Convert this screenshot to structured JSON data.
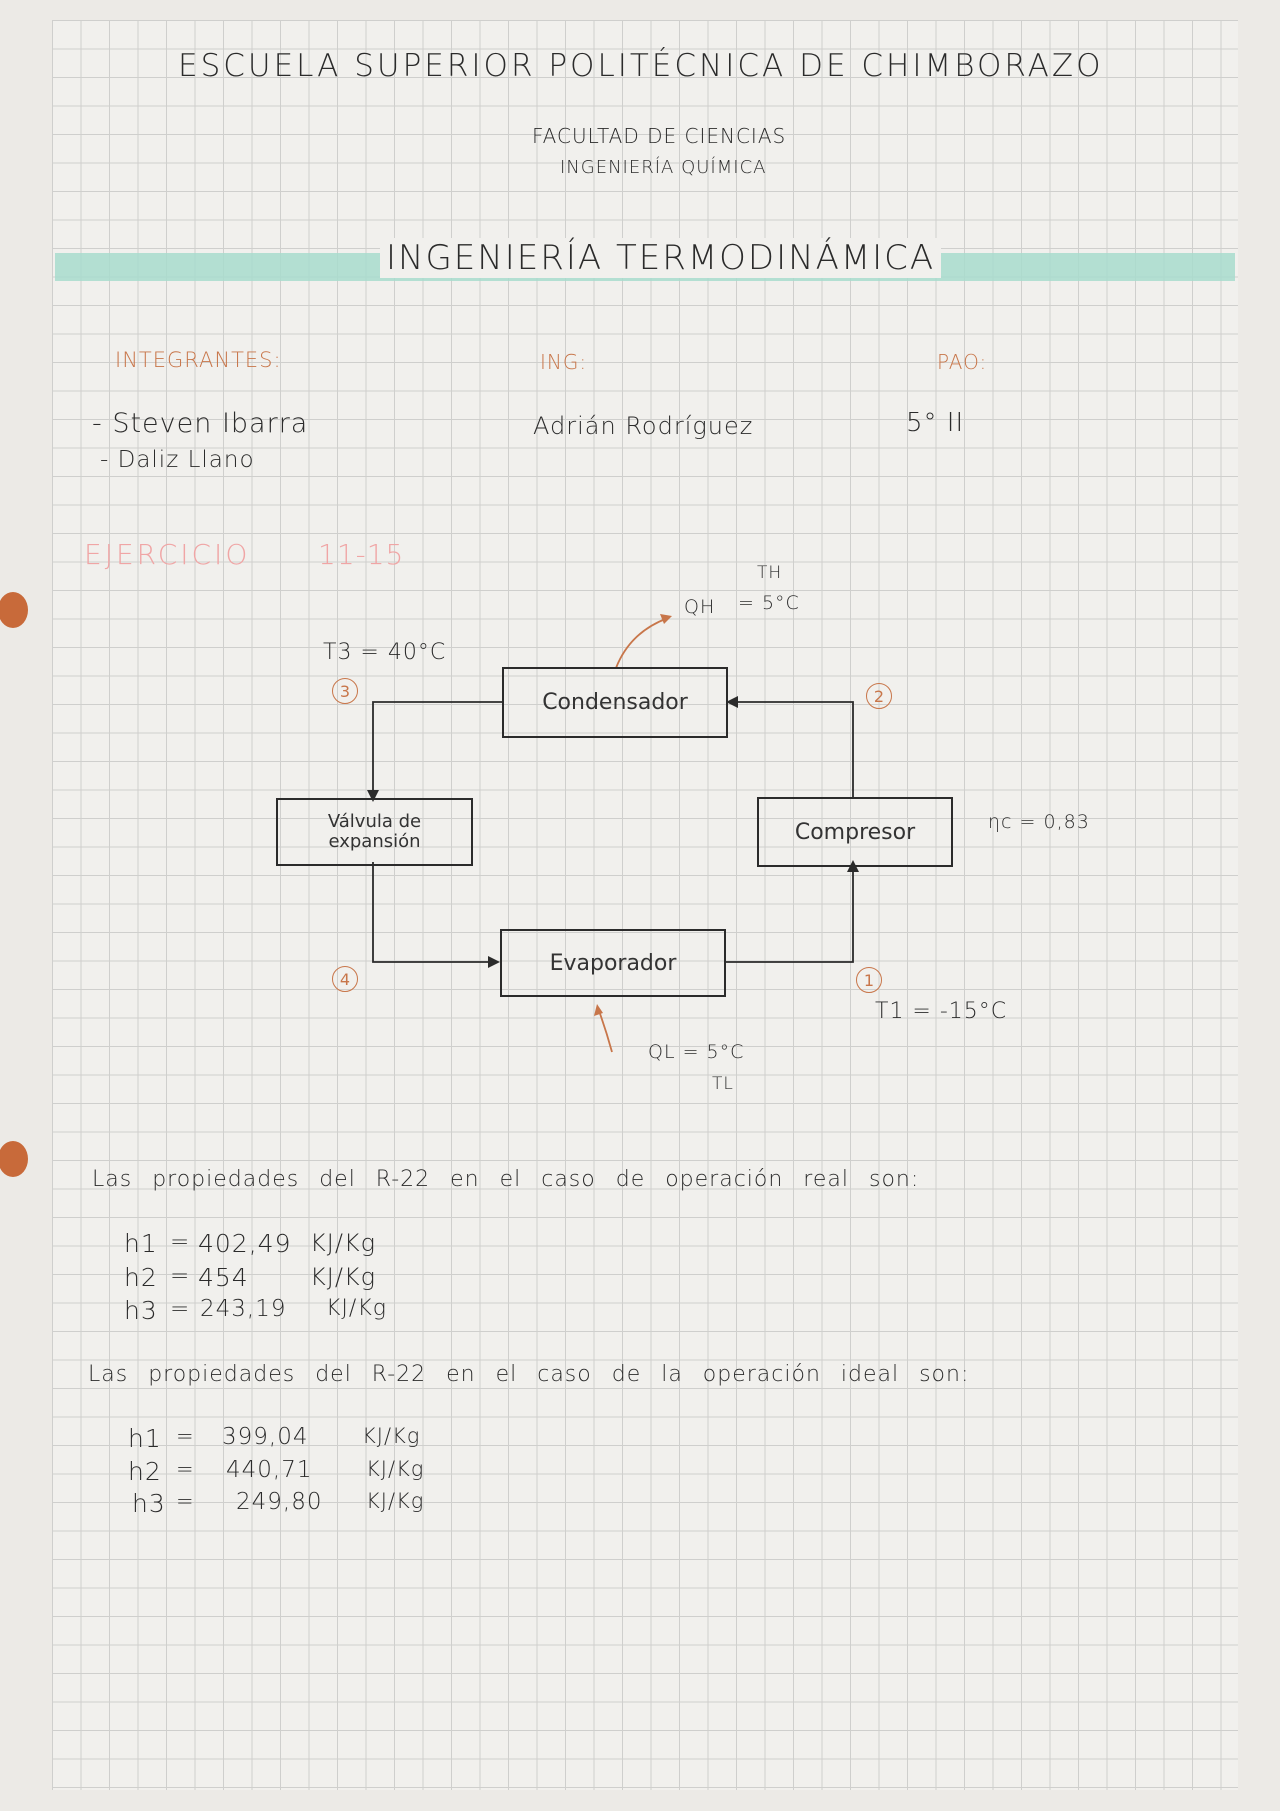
{
  "header": {
    "school": "ESCUELA SUPERIOR POLITÉCNICA DE CHIMBORAZO",
    "faculty": "FACULTAD DE CIENCIAS",
    "career": "INGENIERÍA QUÍMICA",
    "subject": "INGENIERÍA TERMODINÁMICA"
  },
  "info": {
    "members_label": "INTEGRANTES:",
    "members": [
      "- Steven  Ibarra",
      "- Daliz  Llano"
    ],
    "ing_label": "ING:",
    "ing_name": "Adrián Rodríguez",
    "pao_label": "PAO:",
    "pao_value": "5° II"
  },
  "exercise": {
    "label": "EJERCICIO",
    "number": "11-15"
  },
  "diagram": {
    "condenser": "Condensador",
    "valve": "Válvula de expansión",
    "compressor": "Compresor",
    "evaporator": "Evaporador",
    "qh": "QH",
    "th": "TH",
    "th_value": "= 5°C",
    "t3": "T3 = 40°C",
    "ql": "QL = 5°C",
    "tl": "TL",
    "t1": "T1 = -15°C",
    "eta": "ηc = 0,83",
    "points": [
      "3",
      "2",
      "4",
      "1"
    ]
  },
  "real": {
    "intro": "Las propiedades del R-22 en el caso de operación real son:",
    "rows": [
      {
        "h": "h1",
        "eq": "=",
        "value": "402,49",
        "unit": "KJ/Kg"
      },
      {
        "h": "h2",
        "eq": "=",
        "value": "454",
        "unit": "KJ/Kg"
      },
      {
        "h": "h3",
        "eq": "=",
        "value": "243,19",
        "unit": "KJ/Kg"
      }
    ]
  },
  "ideal": {
    "intro": "Las propiedades del R-22 en el caso de la operación ideal son:",
    "rows": [
      {
        "h": "h1",
        "eq": "=",
        "value": "399,04",
        "unit": "KJ/Kg"
      },
      {
        "h": "h2",
        "eq": "=",
        "value": "440,71",
        "unit": "KJ/Kg"
      },
      {
        "h": "h3",
        "eq": "=",
        "value": "249,80",
        "unit": "KJ/Kg"
      }
    ]
  }
}
